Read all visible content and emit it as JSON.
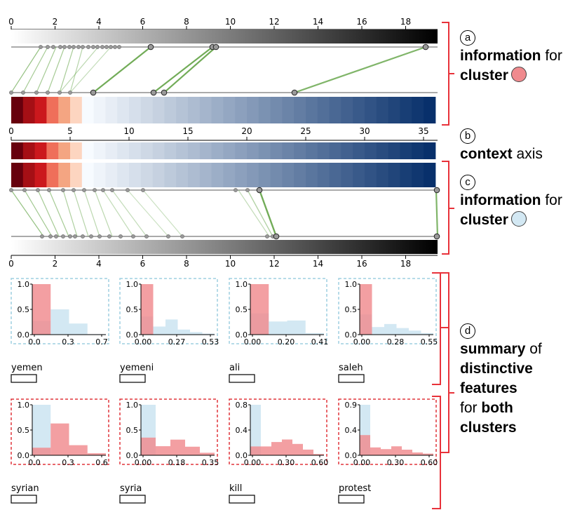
{
  "colors": {
    "red_cluster": "#f08a8e",
    "blue_cluster": "#d3e8f3",
    "link_green": "#6aa84f",
    "bracket_red": "#e8323a",
    "blue_dash": "#9ecfe0",
    "red_dash": "#e0353b"
  },
  "axes": {
    "top_ticks": [
      "0",
      "2",
      "4",
      "6",
      "8",
      "10",
      "12",
      "14",
      "16",
      "18"
    ],
    "context_ticks": [
      "0",
      "5",
      "10",
      "15",
      "20",
      "25",
      "30",
      "35"
    ],
    "bottom_ticks": [
      "0",
      "2",
      "4",
      "6",
      "8",
      "10",
      "12",
      "14",
      "16",
      "18"
    ]
  },
  "legend": {
    "a": {
      "badge": "a",
      "line1_bold": "information",
      "line1_rest": " for",
      "line2_bold": "cluster"
    },
    "b": {
      "badge": "b",
      "line1_bold": "context",
      "line1_rest": " axis"
    },
    "c": {
      "badge": "c",
      "line1_bold": "information",
      "line1_rest": " for",
      "line2_bold": "cluster"
    },
    "d": {
      "badge": "d",
      "line1_bold": "summary",
      "line1_rest": " of",
      "line2_bold": "distinctive",
      "line3_bold": "features",
      "line4_pre": "for ",
      "line4_bold": "both",
      "line5_bold": "clusters"
    }
  },
  "chart_data": [
    {
      "type": "bar",
      "label": "yemen",
      "x_ticks": [
        "0.0",
        "0.3",
        "0.7"
      ],
      "y_ticks": [
        "0.0",
        "0.5",
        "1.0"
      ],
      "y_max": 1.0,
      "red_bins": [
        1.0,
        0,
        0,
        0
      ],
      "blue_bins": [
        0.27,
        0.5,
        0.22,
        0.01
      ],
      "frame": "blue"
    },
    {
      "type": "bar",
      "label": "yemeni",
      "x_ticks": [
        "0.00",
        "0.27",
        "0.53"
      ],
      "y_ticks": [
        "0.0",
        "0.5",
        "1.0"
      ],
      "y_max": 1.0,
      "red_bins": [
        1.0,
        0,
        0,
        0,
        0,
        0
      ],
      "blue_bins": [
        0.36,
        0.16,
        0.3,
        0.1,
        0.05,
        0.02
      ],
      "frame": "blue"
    },
    {
      "type": "bar",
      "label": "ali",
      "x_ticks": [
        "0.00",
        "0.20",
        "0.41"
      ],
      "y_ticks": [
        "0.0",
        "0.5",
        "1.0"
      ],
      "y_max": 1.0,
      "red_bins": [
        1.0,
        0,
        0,
        0
      ],
      "blue_bins": [
        0.42,
        0.26,
        0.28,
        0.03
      ],
      "frame": "blue"
    },
    {
      "type": "bar",
      "label": "saleh",
      "x_ticks": [
        "0.00",
        "0.28",
        "0.55"
      ],
      "y_ticks": [
        "0.0",
        "0.5",
        "1.0"
      ],
      "y_max": 1.0,
      "red_bins": [
        1.0,
        0,
        0,
        0,
        0,
        0
      ],
      "blue_bins": [
        0.4,
        0.15,
        0.21,
        0.13,
        0.08,
        0.03
      ],
      "frame": "blue"
    },
    {
      "type": "bar",
      "label": "syrian",
      "x_ticks": [
        "0.0",
        "0.3",
        "0.6"
      ],
      "y_ticks": [
        "0.0",
        "0.5",
        "1.0"
      ],
      "y_max": 1.0,
      "red_bins": [
        0.15,
        0.63,
        0.2,
        0.04
      ],
      "blue_bins": [
        1.0,
        0,
        0,
        0
      ],
      "frame": "red"
    },
    {
      "type": "bar",
      "label": "syria",
      "x_ticks": [
        "0.00",
        "0.18",
        "0.35"
      ],
      "y_ticks": [
        "0.0",
        "0.5",
        "1.0"
      ],
      "y_max": 1.0,
      "red_bins": [
        0.35,
        0.18,
        0.31,
        0.17,
        0.05
      ],
      "blue_bins": [
        1.0,
        0,
        0,
        0,
        0
      ],
      "frame": "red"
    },
    {
      "type": "bar",
      "label": "kill",
      "x_ticks": [
        "0.00",
        "0.30",
        "0.60"
      ],
      "y_ticks": [
        "0.0",
        "0.4",
        "0.8"
      ],
      "y_max": 0.8,
      "red_bins": [
        0.14,
        0.14,
        0.21,
        0.25,
        0.18,
        0.09,
        0.02
      ],
      "blue_bins": [
        0.8,
        0,
        0,
        0,
        0,
        0,
        0
      ],
      "frame": "red"
    },
    {
      "type": "bar",
      "label": "protest",
      "x_ticks": [
        "0.00",
        "0.30",
        "0.60"
      ],
      "y_ticks": [
        "0.0",
        "0.4",
        "0.9"
      ],
      "y_max": 0.9,
      "red_bins": [
        0.36,
        0.14,
        0.11,
        0.16,
        0.1,
        0.05,
        0.03
      ],
      "blue_bins": [
        0.9,
        0,
        0,
        0,
        0,
        0,
        0
      ],
      "frame": "red"
    }
  ]
}
